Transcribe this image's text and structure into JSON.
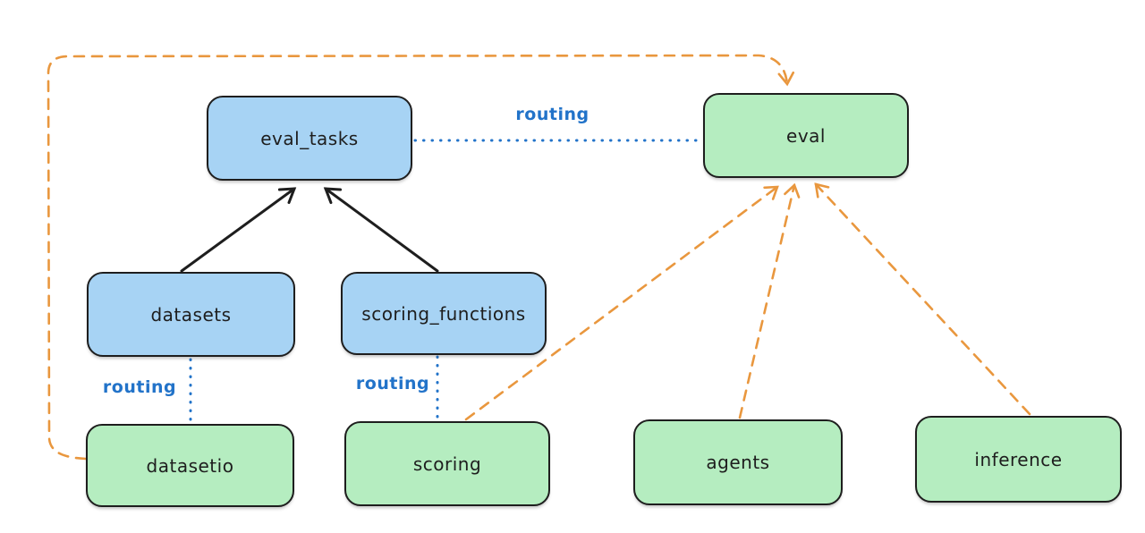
{
  "diagram": {
    "title": "",
    "nodes": [
      {
        "id": "eval_tasks",
        "label": "eval_tasks",
        "kind": "resource-blue"
      },
      {
        "id": "eval",
        "label": "eval",
        "kind": "api-green"
      },
      {
        "id": "datasets",
        "label": "datasets",
        "kind": "resource-blue"
      },
      {
        "id": "scoring_functions",
        "label": "scoring_functions",
        "kind": "resource-blue"
      },
      {
        "id": "datasetio",
        "label": "datasetio",
        "kind": "api-green"
      },
      {
        "id": "scoring",
        "label": "scoring",
        "kind": "api-green"
      },
      {
        "id": "agents",
        "label": "agents",
        "kind": "api-green"
      },
      {
        "id": "inference",
        "label": "inference",
        "kind": "api-green"
      }
    ],
    "edges": [
      {
        "from": "datasets",
        "to": "eval_tasks",
        "style": "solid-black-arrow",
        "label": ""
      },
      {
        "from": "scoring_functions",
        "to": "eval_tasks",
        "style": "solid-black-arrow",
        "label": ""
      },
      {
        "from": "eval_tasks",
        "to": "eval",
        "style": "dotted-blue",
        "label": "routing"
      },
      {
        "from": "datasets",
        "to": "datasetio",
        "style": "dotted-blue",
        "label": "routing"
      },
      {
        "from": "scoring_functions",
        "to": "scoring",
        "style": "dotted-blue",
        "label": "routing"
      },
      {
        "from": "datasetio",
        "to": "eval",
        "style": "dashed-orange-arrow",
        "label": ""
      },
      {
        "from": "scoring",
        "to": "eval",
        "style": "dashed-orange-arrow",
        "label": ""
      },
      {
        "from": "agents",
        "to": "eval",
        "style": "dashed-orange-arrow",
        "label": ""
      },
      {
        "from": "inference",
        "to": "eval",
        "style": "dashed-orange-arrow",
        "label": ""
      }
    ]
  },
  "colors": {
    "canvas-bg": "#ffffff",
    "stroke-dark": "#1e1e1e",
    "node-blue": "#a7d3f4",
    "node-green": "#b5edc0",
    "accent-orange": "#e9973e",
    "accent-blue": "#2273c9"
  }
}
